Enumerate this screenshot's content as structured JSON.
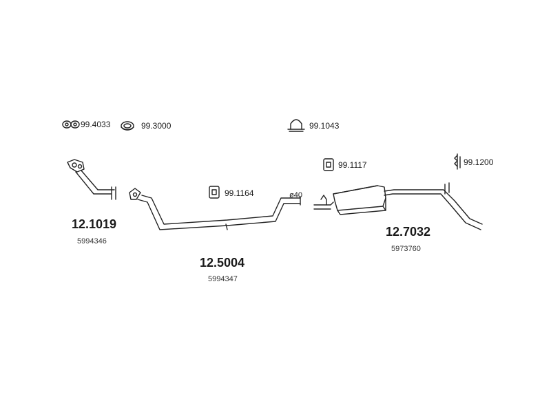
{
  "parts": {
    "gasket_a": "99.4033",
    "gasket_b": "99.3000",
    "clamp_a": "99.1043",
    "mount_a": "99.1117",
    "hanger_a": "99.1200",
    "hanger_b": "99.1164",
    "front_pipe_no": "12.1019",
    "front_pipe_oem": "5994346",
    "middle_pipe_no": "12.5004",
    "middle_pipe_oem": "5994347",
    "rear_muffler_no": "12.7032",
    "rear_muffler_oem": "5973760",
    "pipe_diameter": "ø40"
  }
}
